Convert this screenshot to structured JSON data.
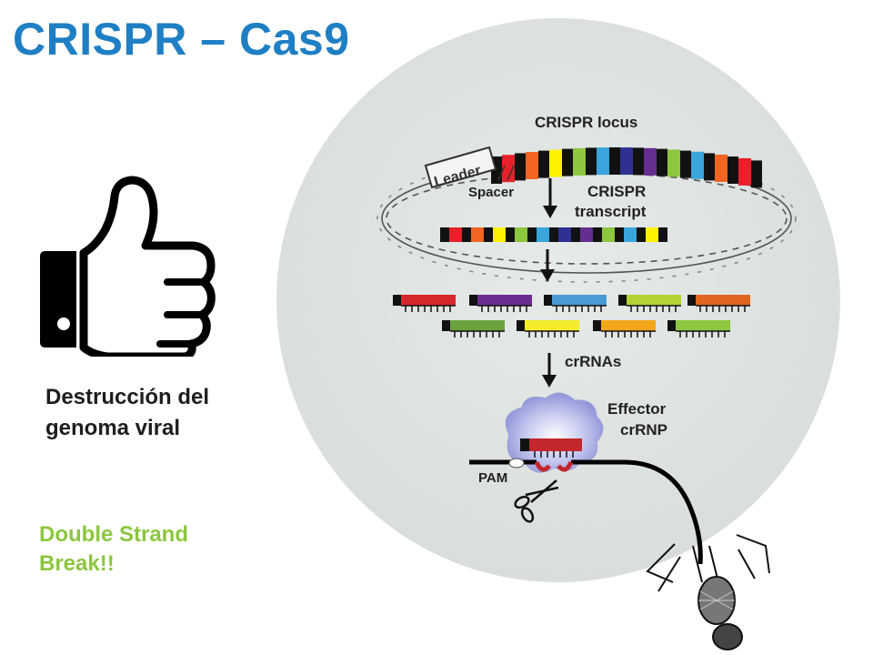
{
  "title": "CRISPR – Cas9",
  "caption": "Destrucción del genoma viral",
  "break_note": "Double Strand Break!!",
  "diagram": {
    "locus_label": "CRISPR locus",
    "leader_label": "Leader",
    "spacer_label": "Spacer",
    "transcript_label_line1": "CRISPR",
    "transcript_label_line2": "transcript",
    "crrnas_label": "crRNAs",
    "effector_label_line1": "Effector",
    "effector_label_line2": "crRNP",
    "pam_label": "PAM"
  },
  "colors": {
    "title": "#1f7fc4",
    "break_note": "#8cc63f",
    "circle": "#e3e7e5",
    "spacers": [
      "#e8202a",
      "#f26522",
      "#fff200",
      "#8dc63f",
      "#3aa4dc",
      "#2e3192",
      "#662d91",
      "#c1272d"
    ],
    "crrna_row1": [
      "#d7262b",
      "#6a2c91",
      "#4a9ad6",
      "#b5d334",
      "#e0651f"
    ],
    "crrna_row2": [
      "#6aa33b",
      "#f4ec2a",
      "#f2a71b",
      "#8dc63f"
    ]
  },
  "icons": [
    "thumbs-up-icon",
    "scissors-icon",
    "phage-icon"
  ]
}
